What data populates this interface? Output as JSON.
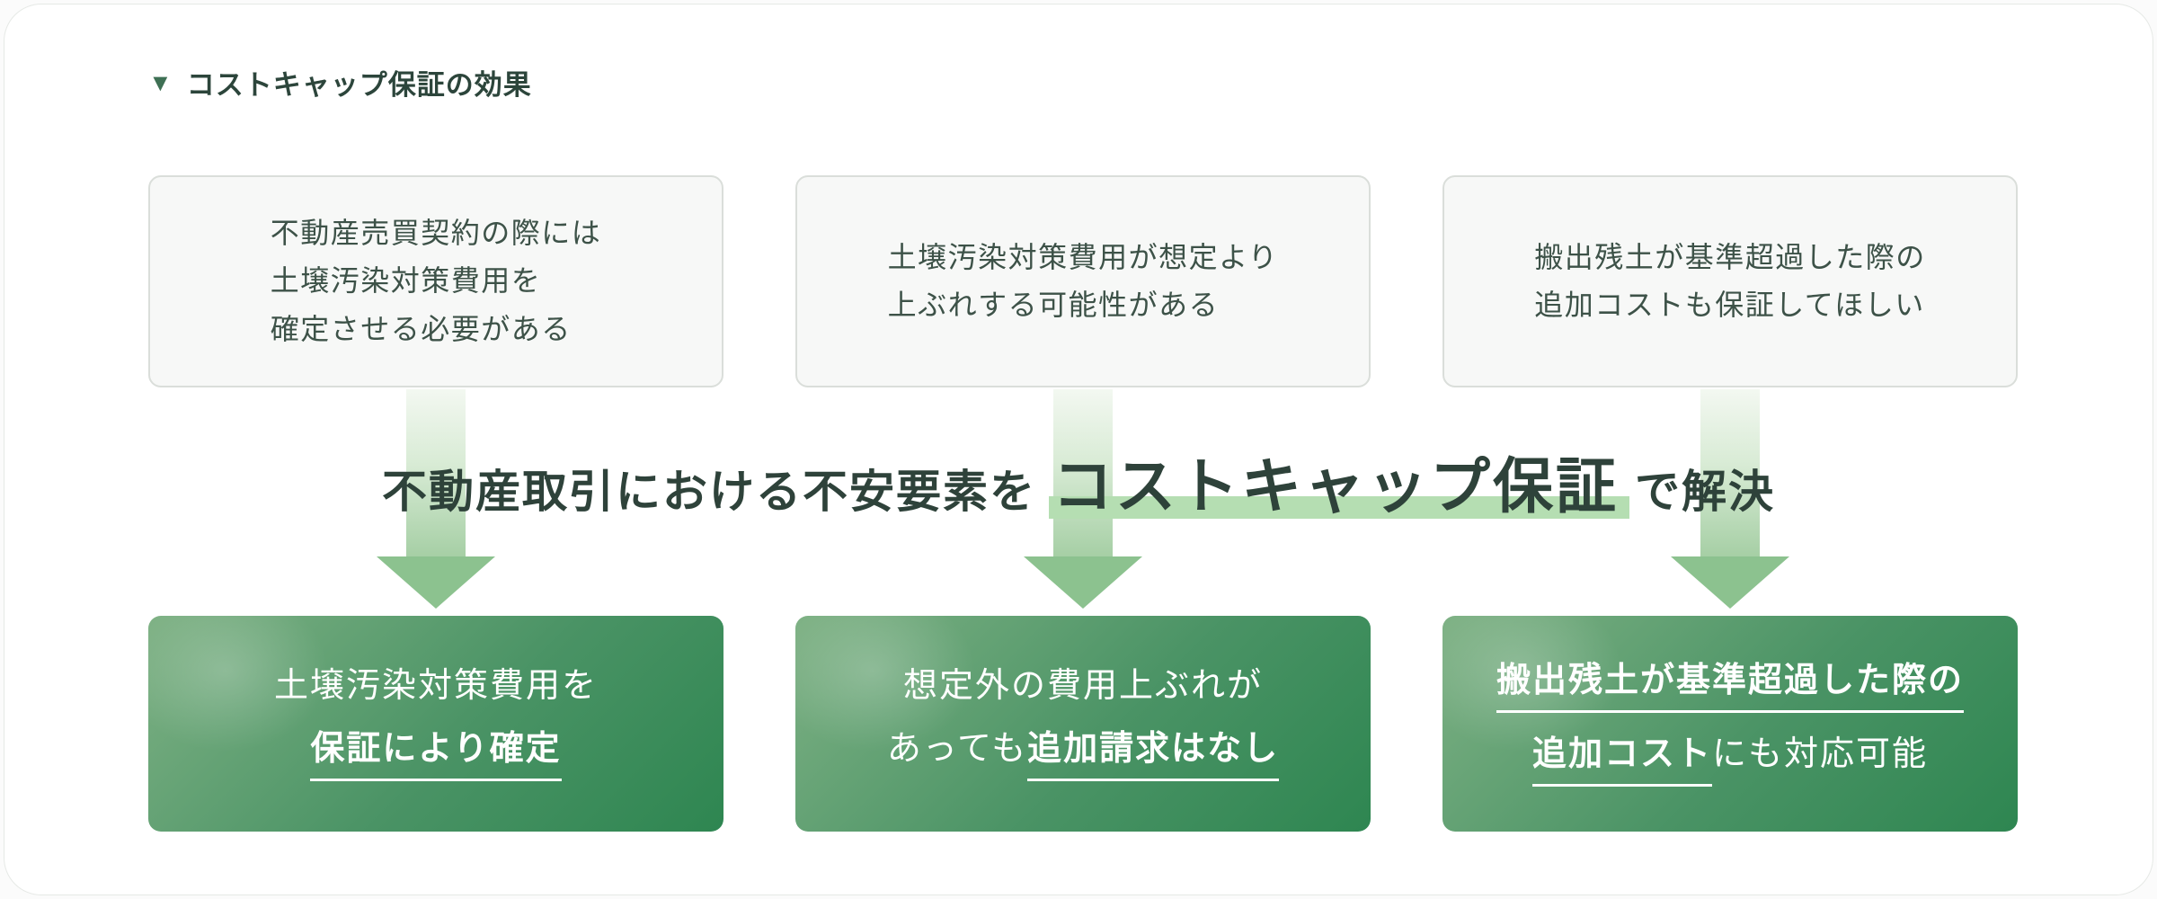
{
  "page": {
    "title_marker": "▼",
    "title": "コストキャップ保証の効果"
  },
  "colors": {
    "card_background": "#ffffff",
    "card_border": "#e6e9e6",
    "title_text": "#2c453b",
    "concern_box_background": "#f7f8f7",
    "concern_box_border": "#dadeda",
    "concern_text": "#3d5248",
    "arrow_green": "#8cc28f",
    "headline_text": "#2e423a",
    "highlight_green": "#b5deb2",
    "solution_gradient_start": "#7eb184",
    "solution_gradient_end": "#2e8651",
    "solution_text": "#ffffff"
  },
  "concerns": [
    {
      "lines": [
        "不動産売買契約の際には",
        "土壌汚染対策費用を",
        "確定させる必要がある"
      ]
    },
    {
      "lines": [
        "土壌汚染対策費用が想定より",
        "上ぶれする可能性がある"
      ]
    },
    {
      "lines": [
        "搬出残土が基準超過した際の",
        "追加コストも保証してほしい"
      ]
    }
  ],
  "headline": {
    "prefix": "不動産取引における不安要素を",
    "emphasis": "コストキャップ保証",
    "suffix": "で解決"
  },
  "solutions": [
    {
      "line1": "土壌汚染対策費用を",
      "line2_emphasis": "保証により確定"
    },
    {
      "line1": "想定外の費用上ぶれが",
      "line2_plain": "あっても",
      "line2_emphasis": "追加請求はなし"
    },
    {
      "line1_emphasis": "搬出残土が基準超過した際の",
      "line2_emphasis": "追加コスト",
      "line2_plain": "にも対応可能"
    }
  ]
}
